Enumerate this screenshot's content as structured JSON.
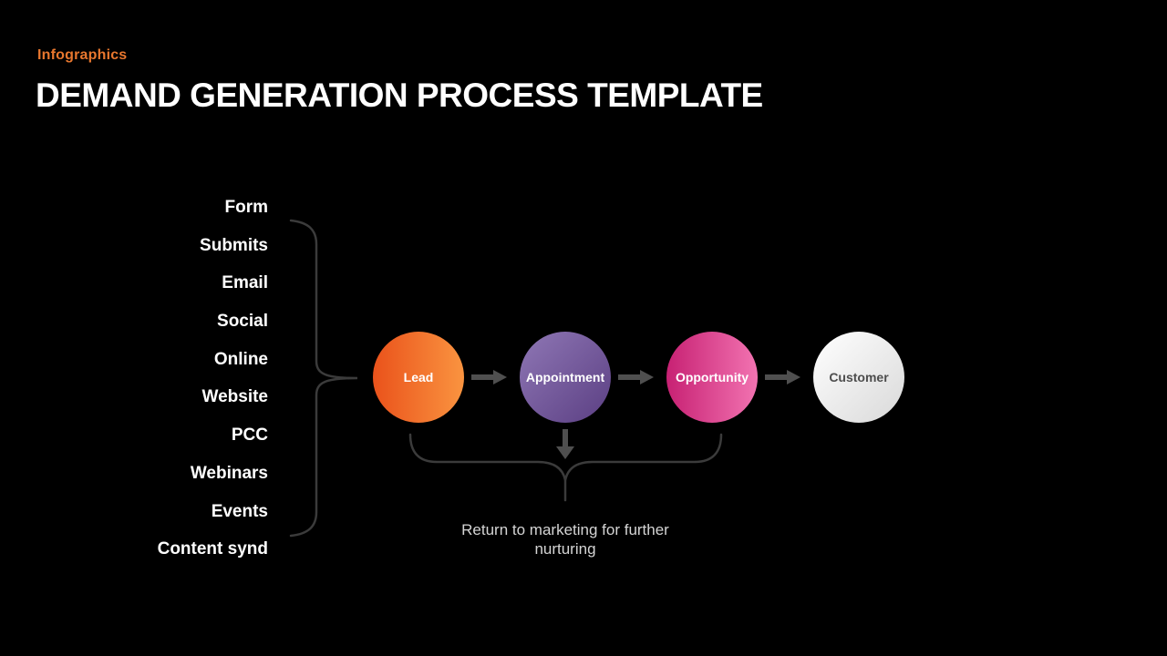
{
  "header": {
    "category": "Infographics",
    "category_color": "#E8772E",
    "title": "DEMAND GENERATION PROCESS TEMPLATE",
    "title_color": "#FFFFFF"
  },
  "lead_sources": {
    "items": [
      "Form",
      "Submits",
      "Email",
      "Social",
      "Online",
      "Website",
      "PCC",
      "Webinars",
      "Events",
      "Content synd"
    ]
  },
  "process": {
    "steps": [
      {
        "label": "Lead",
        "color_start": "#EA521B",
        "color_end": "#FA9440",
        "gradient_angle": 90,
        "text_color": "#FFFFFF"
      },
      {
        "label": "Appointment",
        "color_start": "#8F77B5",
        "color_end": "#5B3F83",
        "gradient_angle": 135,
        "text_color": "#FFFFFF"
      },
      {
        "label": "Opportunity",
        "color_start": "#C72173",
        "color_end": "#F273B1",
        "gradient_angle": 90,
        "text_color": "#FFFFFF"
      },
      {
        "label": "Customer",
        "color_start": "#FFFFFF",
        "color_end": "#D9D9D9",
        "gradient_angle": 135,
        "text_color": "#4D4D4D"
      }
    ]
  },
  "annotation": {
    "return_note": "Return to marketing for further nurturing"
  },
  "decorations": {
    "background_color": "#000000",
    "brace_color": "#3B3B3B",
    "arrow_color": "#4F4F4F"
  }
}
